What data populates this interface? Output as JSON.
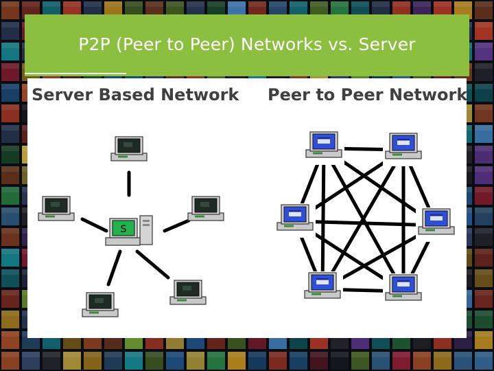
{
  "slide": {
    "title": "P2P (Peer to Peer) Networks vs. Server"
  },
  "server_network": {
    "heading": "Server Based Network",
    "server_label": "S"
  },
  "peer_network": {
    "heading": "Peer to Peer Network"
  },
  "colors": {
    "title_bar": "#8cbf3f",
    "server_screen": "#22b14c",
    "peer_screen": "#2f4fd8",
    "client_screen": "#1e2b25",
    "link": "#000000"
  }
}
